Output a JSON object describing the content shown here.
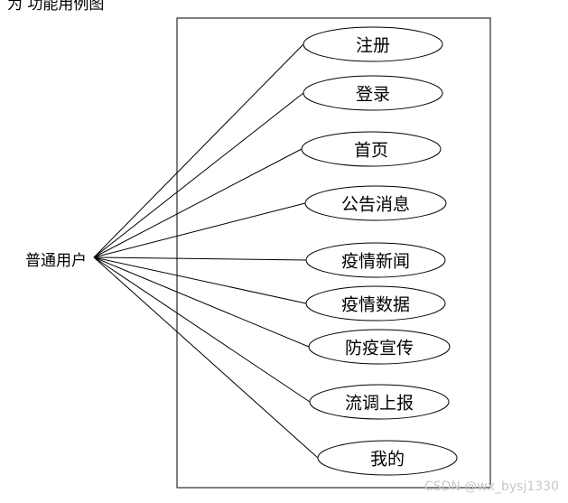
{
  "top_caption": "为    功能用例图",
  "actor": "普通用户",
  "use_cases": [
    "注册",
    "登录",
    "首页",
    "公告消息",
    "疫情新闻",
    "疫情数据",
    "防疫宣传",
    "流调上报",
    "我的"
  ],
  "watermark": "CSDN @wx_bysj1330",
  "colors": {
    "stroke": "#000000",
    "background": "#ffffff"
  }
}
